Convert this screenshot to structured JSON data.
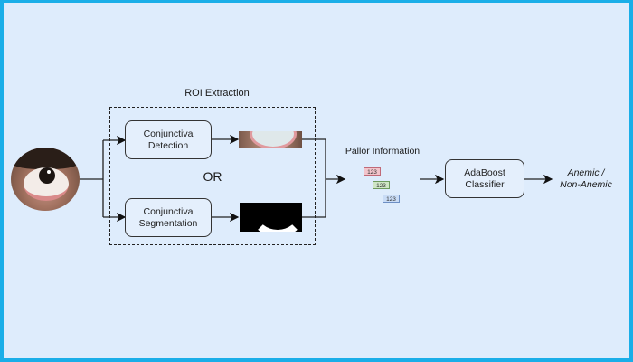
{
  "diagram": {
    "group_title": "ROI Extraction",
    "input": {
      "image": "eye-photo"
    },
    "branches": [
      {
        "box_label_line1": "Conjunctiva",
        "box_label_line2": "Detection",
        "output_image": "cropped-conjunctiva-photo"
      },
      {
        "box_label_line1": "Conjunctiva",
        "box_label_line2": "Segmentation",
        "output_image": "binary-mask"
      }
    ],
    "separator": "OR",
    "pallor": {
      "title": "Pallor Information",
      "badges": [
        {
          "text": "123",
          "color": "#f2c4cb"
        },
        {
          "text": "123",
          "color": "#cfe6c6"
        },
        {
          "text": "123",
          "color": "#c9dcf6"
        }
      ]
    },
    "classifier": {
      "line1": "AdaBoost",
      "line2": "Classifier"
    },
    "output": {
      "line1": "Anemic /",
      "line2": "Non-Anemic"
    }
  },
  "colors": {
    "frame": "#1aaee8",
    "background": "#deecfc",
    "stroke": "#222222"
  }
}
